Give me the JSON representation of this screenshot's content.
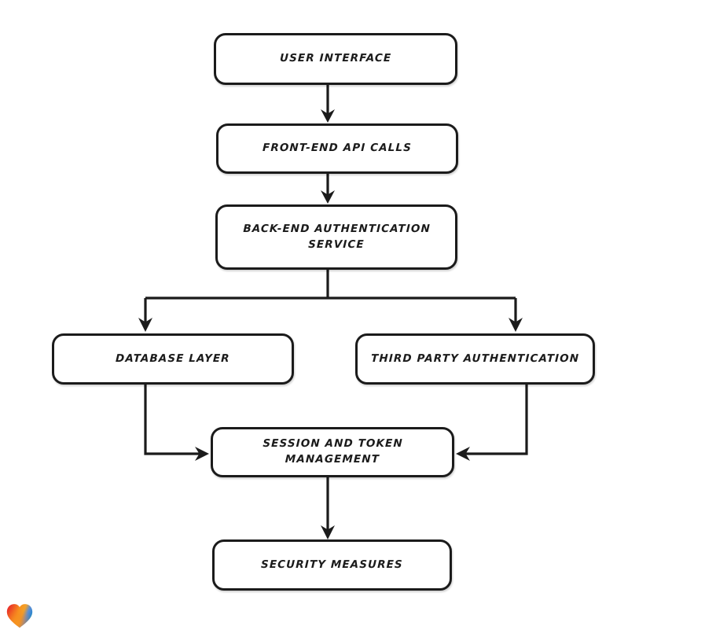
{
  "diagram": {
    "type": "flowchart",
    "orientation": "top-to-bottom",
    "background_color": "#ffffff",
    "stroke_color": "#1b1b1b",
    "node_fill": "#ffffff",
    "nodes": [
      {
        "id": "user-interface",
        "label": "User Interface"
      },
      {
        "id": "front-end-api",
        "label": "Front-End API Calls"
      },
      {
        "id": "back-end-auth",
        "label": "Back-End Authentication\nService"
      },
      {
        "id": "database-layer",
        "label": "Database Layer"
      },
      {
        "id": "third-party-auth",
        "label": "Third Party Authentication"
      },
      {
        "id": "session-token",
        "label": "Session and Token\nManagement"
      },
      {
        "id": "security-measures",
        "label": "Security Measures"
      }
    ],
    "edges": [
      {
        "from": "user-interface",
        "to": "front-end-api",
        "style": "straight-down"
      },
      {
        "from": "front-end-api",
        "to": "back-end-auth",
        "style": "straight-down"
      },
      {
        "from": "back-end-auth",
        "to": "database-layer",
        "style": "branch-left"
      },
      {
        "from": "back-end-auth",
        "to": "third-party-auth",
        "style": "branch-right"
      },
      {
        "from": "database-layer",
        "to": "session-token",
        "style": "elbow-into-left"
      },
      {
        "from": "third-party-auth",
        "to": "session-token",
        "style": "elbow-into-right"
      },
      {
        "from": "session-token",
        "to": "security-measures",
        "style": "straight-down"
      }
    ]
  },
  "watermark": {
    "icon": "heart-icon",
    "gradient_colors": [
      "#e8252b",
      "#f5871f",
      "#f7a11a",
      "#3a9bd9",
      "#2fb28c"
    ]
  }
}
